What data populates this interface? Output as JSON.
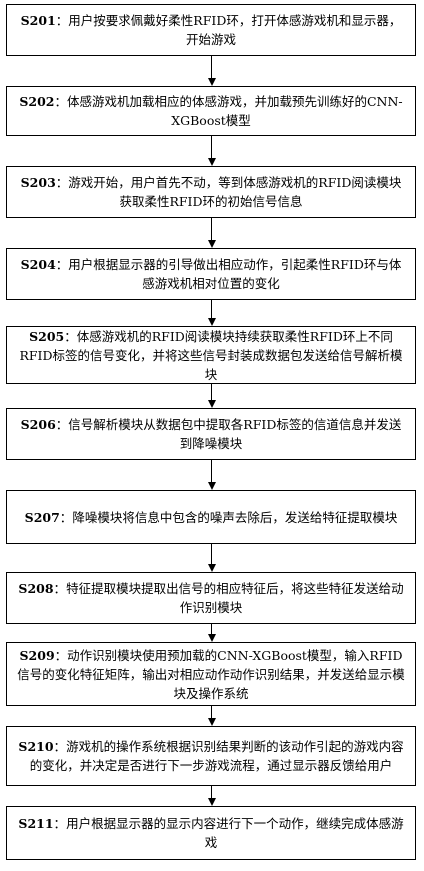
{
  "steps": [
    {
      "id": "S201",
      "text": "用户按要求佩戴好柔性RFID环，打开体感游戏机和显示器，开始游戏"
    },
    {
      "id": "S202",
      "text": "体感游戏机加载相应的体感游戏，并加载预先训练好的CNN-XGBoost模型"
    },
    {
      "id": "S203",
      "text": "游戏开始，用户首先不动，等到体感游戏机的RFID阅读模块获取柔性RFID环的初始信号信息"
    },
    {
      "id": "S204",
      "text": "用户根据显示器的引导做出相应动作，引起柔性RFID环与体感游戏机相对位置的变化"
    },
    {
      "id": "S205",
      "text": "体感游戏机的RFID阅读模块持续获取柔性RFID环上不同RFID标签的信号变化，并将这些信号封装成数据包发送给信号解析模块"
    },
    {
      "id": "S206",
      "text": "信号解析模块从数据包中提取各RFID标签的信道信息并发送到降噪模块"
    },
    {
      "id": "S207",
      "text": "降噪模块将信息中包含的噪声去除后，发送给特征提取模块"
    },
    {
      "id": "S208",
      "text": "特征提取模块提取出信号的相应特征后，将这些特征发送给动作识别模块"
    },
    {
      "id": "S209",
      "text": "动作识别模块使用预加载的CNN-XGBoost模型，输入RFID信号的变化特征矩阵，输出对相应动作动作识别结果，并发送给显示模块及操作系统"
    },
    {
      "id": "S210",
      "text": "游戏机的操作系统根据识别结果判断的该动作引起的游戏内容的变化，并决定是否进行下一步游戏流程，通过显示器反馈给用户"
    },
    {
      "id": "S211",
      "text": "用户根据显示器的显示内容进行下一个动作，继续完成体感游戏"
    }
  ]
}
